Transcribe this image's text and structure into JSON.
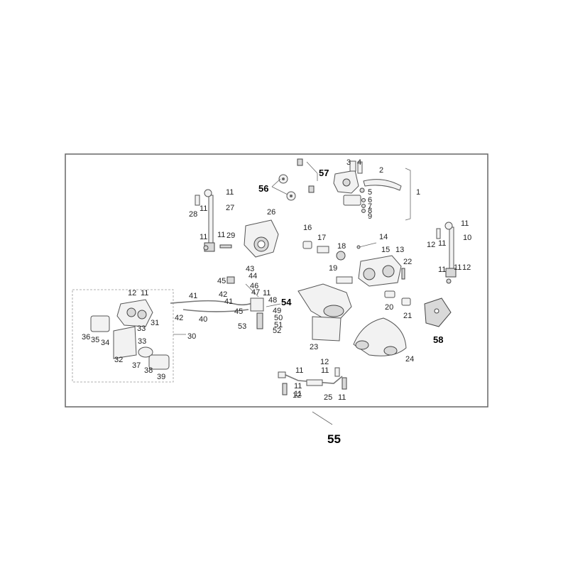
{
  "diagram": {
    "assembly_label": "55",
    "callouts": [
      {
        "id": "c57",
        "text": "57",
        "bold": true
      },
      {
        "id": "c3",
        "text": "3"
      },
      {
        "id": "c4",
        "text": "4"
      },
      {
        "id": "c2",
        "text": "2"
      },
      {
        "id": "c56",
        "text": "56",
        "bold": true
      },
      {
        "id": "c1",
        "text": "1"
      },
      {
        "id": "c5",
        "text": "5"
      },
      {
        "id": "c6",
        "text": "6"
      },
      {
        "id": "c7",
        "text": "7"
      },
      {
        "id": "c8",
        "text": "8"
      },
      {
        "id": "c9",
        "text": "9"
      },
      {
        "id": "c11a",
        "text": "11"
      },
      {
        "id": "c27",
        "text": "27"
      },
      {
        "id": "c28",
        "text": "28"
      },
      {
        "id": "c11b",
        "text": "11"
      },
      {
        "id": "c26",
        "text": "26"
      },
      {
        "id": "c11c",
        "text": "11"
      },
      {
        "id": "c11d",
        "text": "11"
      },
      {
        "id": "c29",
        "text": "29"
      },
      {
        "id": "c16",
        "text": "16"
      },
      {
        "id": "c17",
        "text": "17"
      },
      {
        "id": "c14",
        "text": "14"
      },
      {
        "id": "c15",
        "text": "15"
      },
      {
        "id": "c13",
        "text": "13"
      },
      {
        "id": "c18",
        "text": "18"
      },
      {
        "id": "c19",
        "text": "19"
      },
      {
        "id": "c22",
        "text": "22"
      },
      {
        "id": "c11e",
        "text": "11"
      },
      {
        "id": "c10",
        "text": "10"
      },
      {
        "id": "c12a",
        "text": "12"
      },
      {
        "id": "c11f",
        "text": "11"
      },
      {
        "id": "c11g",
        "text": "11"
      },
      {
        "id": "c11h",
        "text": "11"
      },
      {
        "id": "c12b",
        "text": "12"
      },
      {
        "id": "c43",
        "text": "43"
      },
      {
        "id": "c44",
        "text": "44"
      },
      {
        "id": "c45a",
        "text": "45"
      },
      {
        "id": "c46",
        "text": "46"
      },
      {
        "id": "c47",
        "text": "47"
      },
      {
        "id": "c11i",
        "text": "11"
      },
      {
        "id": "c48",
        "text": "48"
      },
      {
        "id": "c54",
        "text": "54",
        "bold": true
      },
      {
        "id": "c12c",
        "text": "12"
      },
      {
        "id": "c11j",
        "text": "11"
      },
      {
        "id": "c41a",
        "text": "41"
      },
      {
        "id": "c42a",
        "text": "42"
      },
      {
        "id": "c41b",
        "text": "41"
      },
      {
        "id": "c45b",
        "text": "45"
      },
      {
        "id": "c40",
        "text": "40"
      },
      {
        "id": "c42b",
        "text": "42"
      },
      {
        "id": "c49",
        "text": "49"
      },
      {
        "id": "c50",
        "text": "50"
      },
      {
        "id": "c51",
        "text": "51"
      },
      {
        "id": "c52",
        "text": "52"
      },
      {
        "id": "c53",
        "text": "53"
      },
      {
        "id": "c20",
        "text": "20"
      },
      {
        "id": "c21",
        "text": "21"
      },
      {
        "id": "c31",
        "text": "31"
      },
      {
        "id": "c33a",
        "text": "33"
      },
      {
        "id": "c30",
        "text": "30"
      },
      {
        "id": "c36",
        "text": "36"
      },
      {
        "id": "c35",
        "text": "35"
      },
      {
        "id": "c34",
        "text": "34"
      },
      {
        "id": "c33b",
        "text": "33"
      },
      {
        "id": "c32",
        "text": "32"
      },
      {
        "id": "c37",
        "text": "37"
      },
      {
        "id": "c38",
        "text": "38"
      },
      {
        "id": "c39",
        "text": "39"
      },
      {
        "id": "c23",
        "text": "23"
      },
      {
        "id": "c24",
        "text": "24"
      },
      {
        "id": "c58",
        "text": "58",
        "bold": true
      },
      {
        "id": "c12d",
        "text": "12"
      },
      {
        "id": "c11k",
        "text": "11"
      },
      {
        "id": "c11l",
        "text": "11"
      },
      {
        "id": "c11m",
        "text": "11"
      },
      {
        "id": "c11n",
        "text": "11"
      },
      {
        "id": "c12e",
        "text": "12"
      },
      {
        "id": "c25",
        "text": "25"
      },
      {
        "id": "c11o",
        "text": "11"
      }
    ]
  }
}
